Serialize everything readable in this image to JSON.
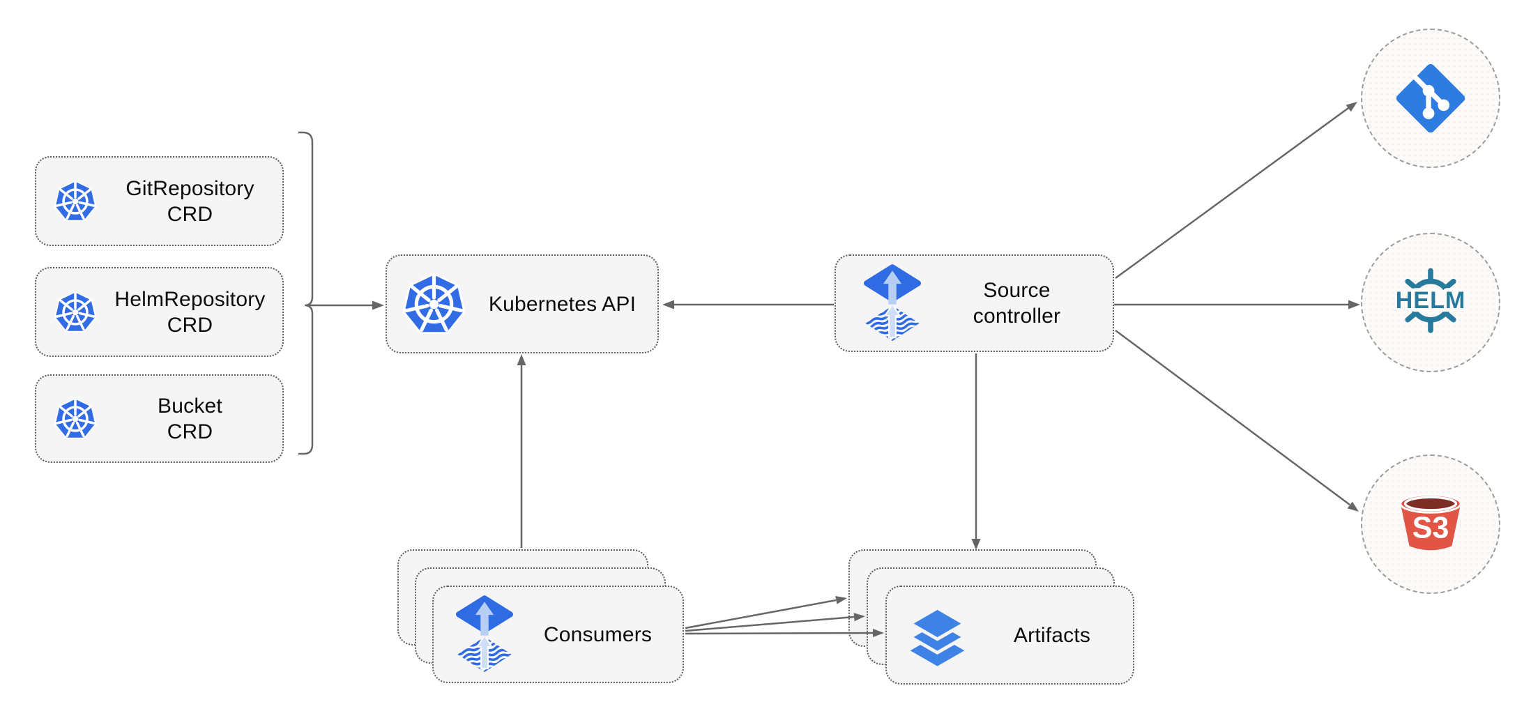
{
  "diagram": {
    "nodes": {
      "crds": [
        {
          "id": "gitrepository-crd",
          "label": "GitRepository\nCRD",
          "icon": "kubernetes-icon"
        },
        {
          "id": "helmrepository-crd",
          "label": "HelmRepository\nCRD",
          "icon": "kubernetes-icon"
        },
        {
          "id": "bucket-crd",
          "label": "Bucket\nCRD",
          "icon": "kubernetes-icon"
        }
      ],
      "kubernetes_api": {
        "label": "Kubernetes API",
        "icon": "kubernetes-icon"
      },
      "source_controller": {
        "label": "Source\ncontroller",
        "icon": "flux-icon"
      },
      "consumers": {
        "label": "Consumers",
        "icon": "flux-icon",
        "stack_count": 3
      },
      "artifacts": {
        "label": "Artifacts",
        "icon": "layers-icon",
        "stack_count": 3
      },
      "git_endpoint": {
        "label": "",
        "icon": "git-icon"
      },
      "helm_endpoint": {
        "label": "HELM",
        "icon": "helm-wheel-icon"
      },
      "s3_endpoint": {
        "label": "S3",
        "icon": "s3-bucket-icon"
      }
    },
    "edges": [
      {
        "from": "crd-group-bracket",
        "to": "kubernetes-api"
      },
      {
        "from": "source-controller",
        "to": "kubernetes-api"
      },
      {
        "from": "source-controller",
        "to": "git-endpoint"
      },
      {
        "from": "source-controller",
        "to": "helm-endpoint"
      },
      {
        "from": "source-controller",
        "to": "s3-endpoint"
      },
      {
        "from": "source-controller",
        "to": "artifacts"
      },
      {
        "from": "consumers",
        "to": "kubernetes-api"
      },
      {
        "from": "consumers",
        "to": "artifacts",
        "arrow_count": 3
      }
    ],
    "colors": {
      "kubernetes_blue": "#326CE5",
      "flux_blue": "#2F6BE3",
      "flux_arrow_light": "#B7CEF3",
      "git_blue": "#2F7CE0",
      "helm_teal": "#277A9C",
      "s3_red": "#E25444",
      "s3_dark_interior": "#7B2D26",
      "artifact_layers_blue": "#3F82E6",
      "edge_gray": "#666666",
      "node_fill": "#F5F5F5",
      "node_border": "#5B5B5B",
      "circle_fill": "#FCFBFA",
      "circle_border": "#9C9C9C"
    }
  }
}
